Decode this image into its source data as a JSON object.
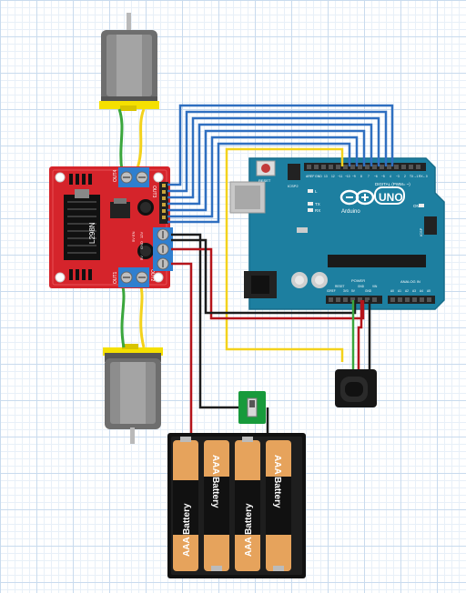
{
  "driver": {
    "module_label": "L298N",
    "out1_label": "OUT1",
    "out2_label": "OUT2",
    "out3_label": "OUT3",
    "out4_label": "OUT4",
    "power_labels": [
      "12V",
      "GND",
      "5V"
    ],
    "enable_label": "5V EN",
    "input_labels": [
      "ENA",
      "IN1",
      "IN2",
      "IN3",
      "IN4",
      "ENB"
    ]
  },
  "arduino": {
    "brand": "Arduino",
    "model": "UNO",
    "reset_label": "RESET",
    "icsp2_label": "ICSP2",
    "icsp_label": "ICSP",
    "tx_label": "TX",
    "rx_label": "RX",
    "on_label": "ON",
    "l_label": "L",
    "aref_label": "AREF",
    "gnd_label": "GND",
    "digital_label": "DIGITAL (PWM= ~)",
    "digital_pins": [
      "13",
      "12",
      "~11",
      "~10",
      "~9",
      "8",
      "7",
      "~6",
      "~5",
      "4",
      "~3",
      "2",
      "TX→1",
      "RX←0"
    ],
    "power_label": "POWER",
    "power_pins": [
      "IOREF",
      "RESET",
      "3V3",
      "5V",
      "GND",
      "GND",
      "VIN"
    ],
    "analog_label": "ANALOG IN",
    "analog_pins": [
      "A0",
      "A1",
      "A2",
      "A3",
      "A4",
      "A5"
    ]
  },
  "battery_pack": {
    "cells": [
      "AAA Battery",
      "AAA Battery",
      "AAA Battery",
      "AAA Battery"
    ]
  },
  "wire_colors": {
    "blue": "#2f6fc0",
    "red": "#b5141b",
    "black": "#1c1c1c",
    "yellow": "#f3d21c",
    "green": "#3aa63c"
  }
}
